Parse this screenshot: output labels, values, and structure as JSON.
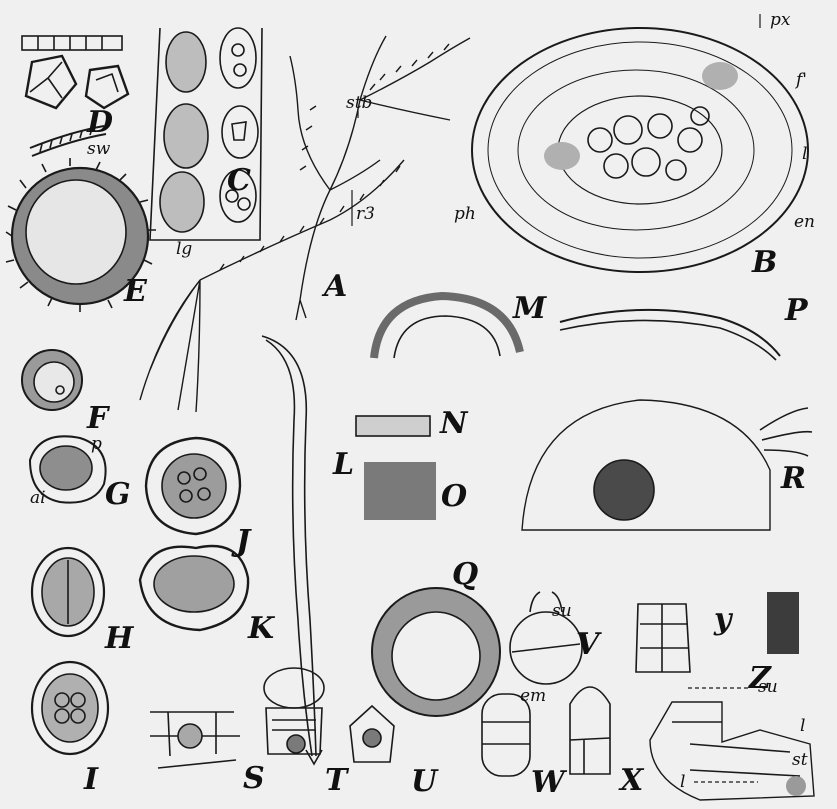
{
  "figure_letters": {
    "A": "A",
    "B": "B",
    "C": "C",
    "D": "D",
    "E": "E",
    "F": "F",
    "G": "G",
    "H": "H",
    "I": "I",
    "J": "J",
    "K": "K",
    "L": "L",
    "M": "M",
    "N": "N",
    "O": "O",
    "P": "P",
    "Q": "Q",
    "R": "R",
    "S": "S",
    "T": "T",
    "U": "U",
    "V": "V",
    "W": "W",
    "X": "X",
    "Y": "y",
    "Z": "Z"
  },
  "annotations": {
    "sw": "sw",
    "stb": "stb",
    "r3": "r3",
    "lg": "lg",
    "px": "px",
    "f1": "f'",
    "l_b": "l",
    "en": "en",
    "ph": "ph",
    "p": "p",
    "ai": "ai",
    "su_v": "su",
    "em": "em",
    "su_z": "su",
    "l_z1": "l",
    "st": "st",
    "l_z2": "l"
  },
  "colors": {
    "background": "#f0f0f0",
    "ink": "#111111"
  }
}
